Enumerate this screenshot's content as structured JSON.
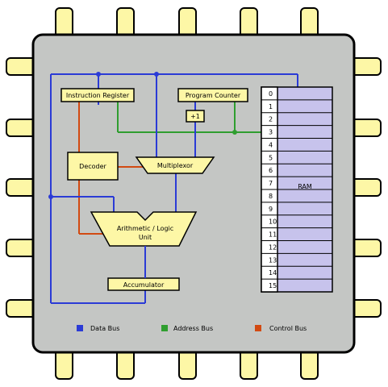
{
  "components": {
    "instruction_register": "Instruction Register",
    "program_counter": "Program Counter",
    "increment": "+1",
    "decoder": "Decoder",
    "multiplexor": "Multiplexor",
    "alu_line1": "Arithmetic / Logic",
    "alu_line2": "Unit",
    "accumulator": "Accumulator",
    "ram": "RAM"
  },
  "ram_addresses": [
    "0",
    "1",
    "2",
    "3",
    "4",
    "5",
    "6",
    "7",
    "8",
    "9",
    "10",
    "11",
    "12",
    "13",
    "14",
    "15"
  ],
  "legend": [
    {
      "label": "Data Bus",
      "color": "#2b3bd6"
    },
    {
      "label": "Address Bus",
      "color": "#2f9e2f"
    },
    {
      "label": "Control Bus",
      "color": "#d24a12"
    }
  ],
  "colors": {
    "chip_body": "#c4c6c4",
    "pin": "#fdf7a6",
    "box_fill": "#fdf7a6",
    "ram_fill": "#c7c3ec",
    "data_bus": "#2b3bd6",
    "address_bus": "#2f9e2f",
    "control_bus": "#d24a12"
  }
}
